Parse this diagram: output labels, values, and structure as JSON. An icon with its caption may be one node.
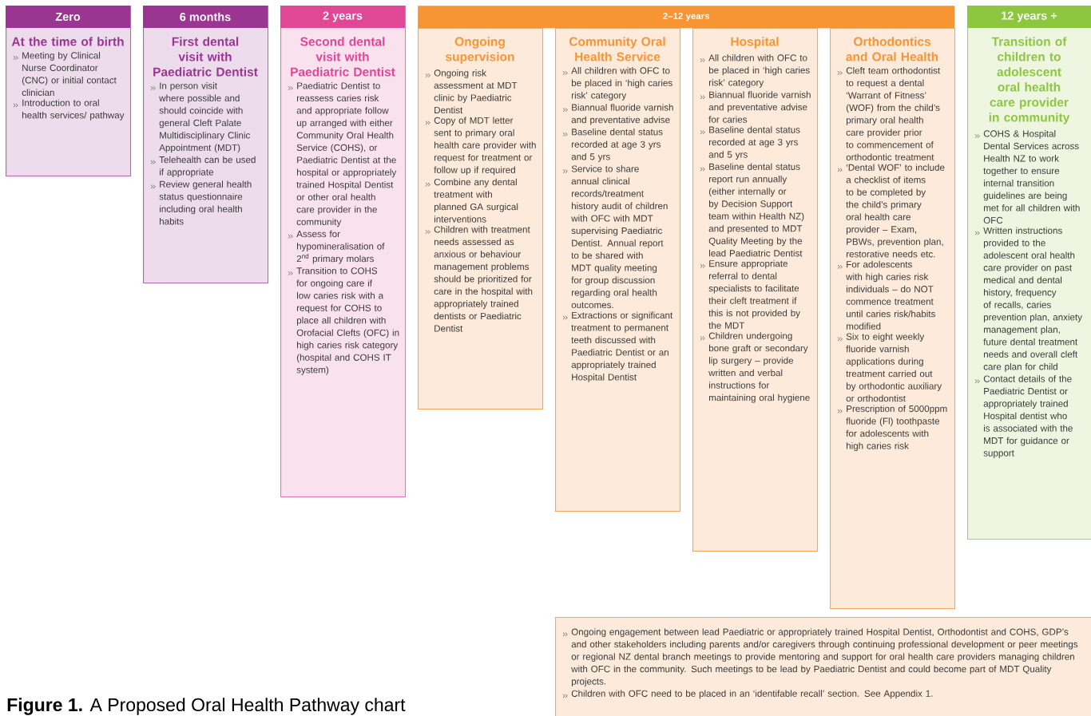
{
  "diagram": {
    "caption": "**Figure 1.** A Proposed Oral Health Pathway chart",
    "nodes": [
      {
        "text": [
          "Zero",
          "At the time of birth",
          "Meeting by Clinical Nurse Coordinator (CNC) or initial contact clinician",
          "Introduction to oral health services/ pathway"
        ]
      },
      {
        "text": [
          "6 months",
          "First dental visit with Paediatric Dentist",
          "In person visit where possible and should coincide with general Cleft Palate Multidisciplinary Clinic Appointment (MDT)",
          "Telehealth can be used if appropriate",
          "Review general health status questionnaire including oral health habits"
        ]
      },
      {
        "text": [
          "2 years",
          "Second dental visit with Paediatric Dentist",
          "Paediatric Dentist to reassess caries risk and appropriate follow up arranged with either Community Oral Health Service (COHS), or Paediatric Dentist at the hospital or appropriately trained Hospital Dentist or other oral health care provider in the community",
          "Assess for hypomineralisation of 2$^{nd}$ primary molars",
          "Transition to COHS for ongoing care if low caries risk with a request for COHS to place all children with Orofacial Clefts (OFC) in high caries risk category (hospital and COHS IT system)"
        ]
      },
      {
        "text": [
          "2–12 years"
        ]
      },
      {
        "text": [
          "Ongoing supervision",
          "Ongoing risk assessment at MDT clinic by Paediatric Dentist",
          "Copy of MDT letter sent to primary oral health care provider with request for treatment or follow up if required",
          "Combine any dental treatment with planned GA surgical interventions",
          "Children with treatment needs assessed as anxious or behaviour management problems should be prioritized for care in the hospital with appropriately trained dentists or Paediatric Dentist"
        ]
      },
      {
        "text": [
          "Community Oral Health Service",
          "All children with OFC to be placed in ‘high caries risk’ category",
          "Biannual fluoride varnish and preventative advise",
          "Baseline dental status recorded at age 3 yrs and 5 yrs",
          "Service to share annual clinical records/treatment history audit of children with OFC with MDT supervising Paediatric Dentist. Annual report to be shared with MDT quality meeting for group discussion regarding oral health outcomes.",
          "Extractions or significant treatment to permanent teeth discussed with Paediatric Dentist or an appropriately trained Hospital Dentist"
        ]
      },
      {
        "text": [
          "Hospital",
          "All children with OFC to be placed in ‘high caries risk’ category",
          "Biannual fluoride varnish and preventative advise for caries",
          "Baseline dental status recorded at age 3 yrs and 5 yrs",
          "Baseline dental status report run annually (either internally or by Decision Support team within Health NZ) and presented to MDT Quality Meeting by the lead Paediatric Dentist",
          "Ensure appropriate referral to dental specialists to facilitate their cleft treatment if this is not provided by the MDT",
          "Children undergoing bone graft or secondary lip surgery – provide written and verbal instructions for maintaining oral hygiene"
        ]
      },
      {
        "text": [
          "Orthodontics and Oral Health",
          "Cleft team orthodontist to request a dental ‘Warrant of Fitness’ (WOF) from the child’s primary oral health care provider prior to commencement of orthodontic treatment",
          "‘Dental WOF’ to include a checklist of items to be completed by the child’s primary oral health care provider – Exam, PBWs, prevention plan, restorative needs etc.",
          "For adolescents with high caries risk individuals – do NOT commence treatment until caries risk/habits modified",
          "Six to eight weekly fluoride varnish applications during treatment carried out by orthodontic auxiliary or orthodontist",
          "Prescription of 5000ppm fluoride (Fl) toothpaste for adolescents with high caries risk"
        ]
      },
      {
        "text": [
          "12 years +",
          "Transition of children to adolescent oral health care provider in community",
          "COHS & Hospital Dental Services across Health NZ to work together to ensure internal transition guidelines are being met for all children with OFC",
          "Written instructions provided to the adolescent oral health care provider on past medical and dental history, frequency of recalls, caries prevention plan, anxiety management plan, future dental treatment needs and overall cleft care plan for child",
          "Contact details of the Paediatric Dentist or appropriately trained Hospital dentist who is associated with the MDT for guidance or support"
        ]
      },
      {
        "text": [
          "Ongoing engagement between lead Paediatric or appropriately trained Hospital Dentist, Orthodontist and COHS, GDP’s and other stakeholders including parents and/or caregivers through continuing professional development or peer meetings or regional NZ dental branch meetings to provide mentoring and support for oral health care providers managing children with OFC in the community. Such meetings to be lead by Paediatric Dentist and could become part of MDT Quality projects.",
          "Children with OFC need to be placed in an ‘identifable recall’ section. See Appendix 1."
        ]
      }
    ]
  }
}
